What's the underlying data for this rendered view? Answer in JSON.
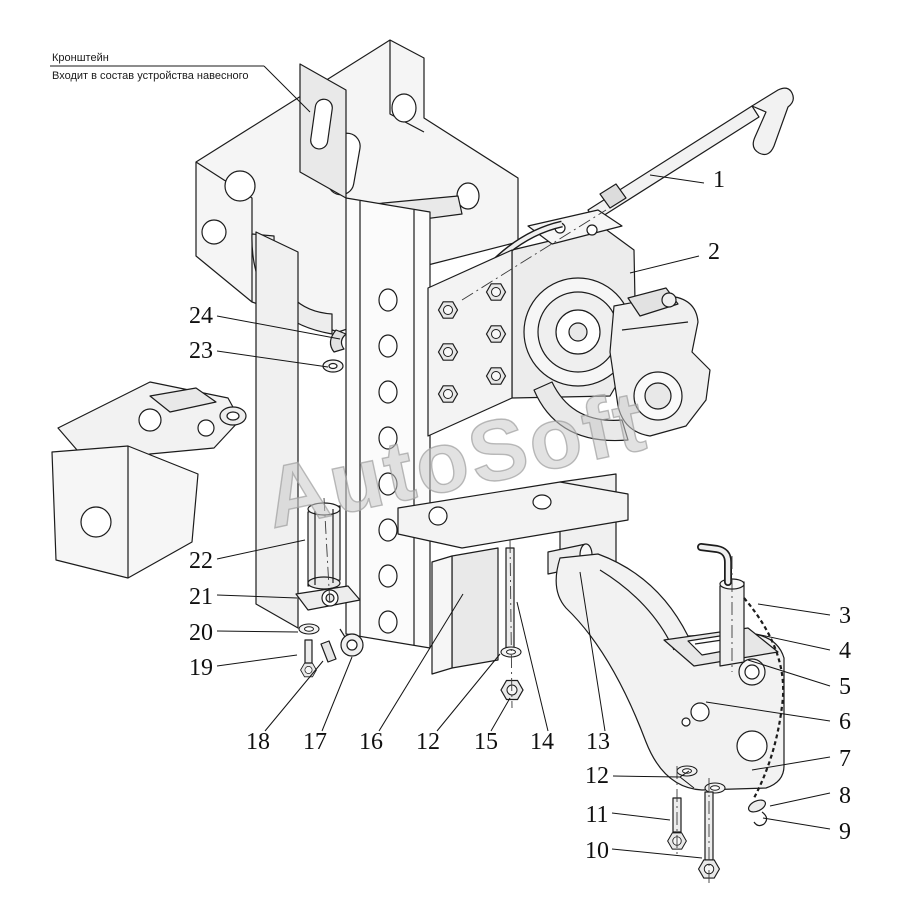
{
  "colors": {
    "background": "#ffffff",
    "line": "#1c1c1c",
    "watermark": "#cbcbcb"
  },
  "annotation": {
    "line1": "Кронштейн",
    "line2": "Входит в состав устройства навесного"
  },
  "watermark": {
    "text": "AutoSoft"
  },
  "callouts": [
    {
      "label": "1"
    },
    {
      "label": "2"
    },
    {
      "label": "3"
    },
    {
      "label": "4"
    },
    {
      "label": "5"
    },
    {
      "label": "6"
    },
    {
      "label": "7"
    },
    {
      "label": "8"
    },
    {
      "label": "9"
    },
    {
      "label": "10"
    },
    {
      "label": "11"
    },
    {
      "label": "12"
    },
    {
      "label": "12"
    },
    {
      "label": "13"
    },
    {
      "label": "14"
    },
    {
      "label": "15"
    },
    {
      "label": "16"
    },
    {
      "label": "17"
    },
    {
      "label": "18"
    },
    {
      "label": "19"
    },
    {
      "label": "20"
    },
    {
      "label": "21"
    },
    {
      "label": "22"
    },
    {
      "label": "23"
    },
    {
      "label": "24"
    }
  ]
}
